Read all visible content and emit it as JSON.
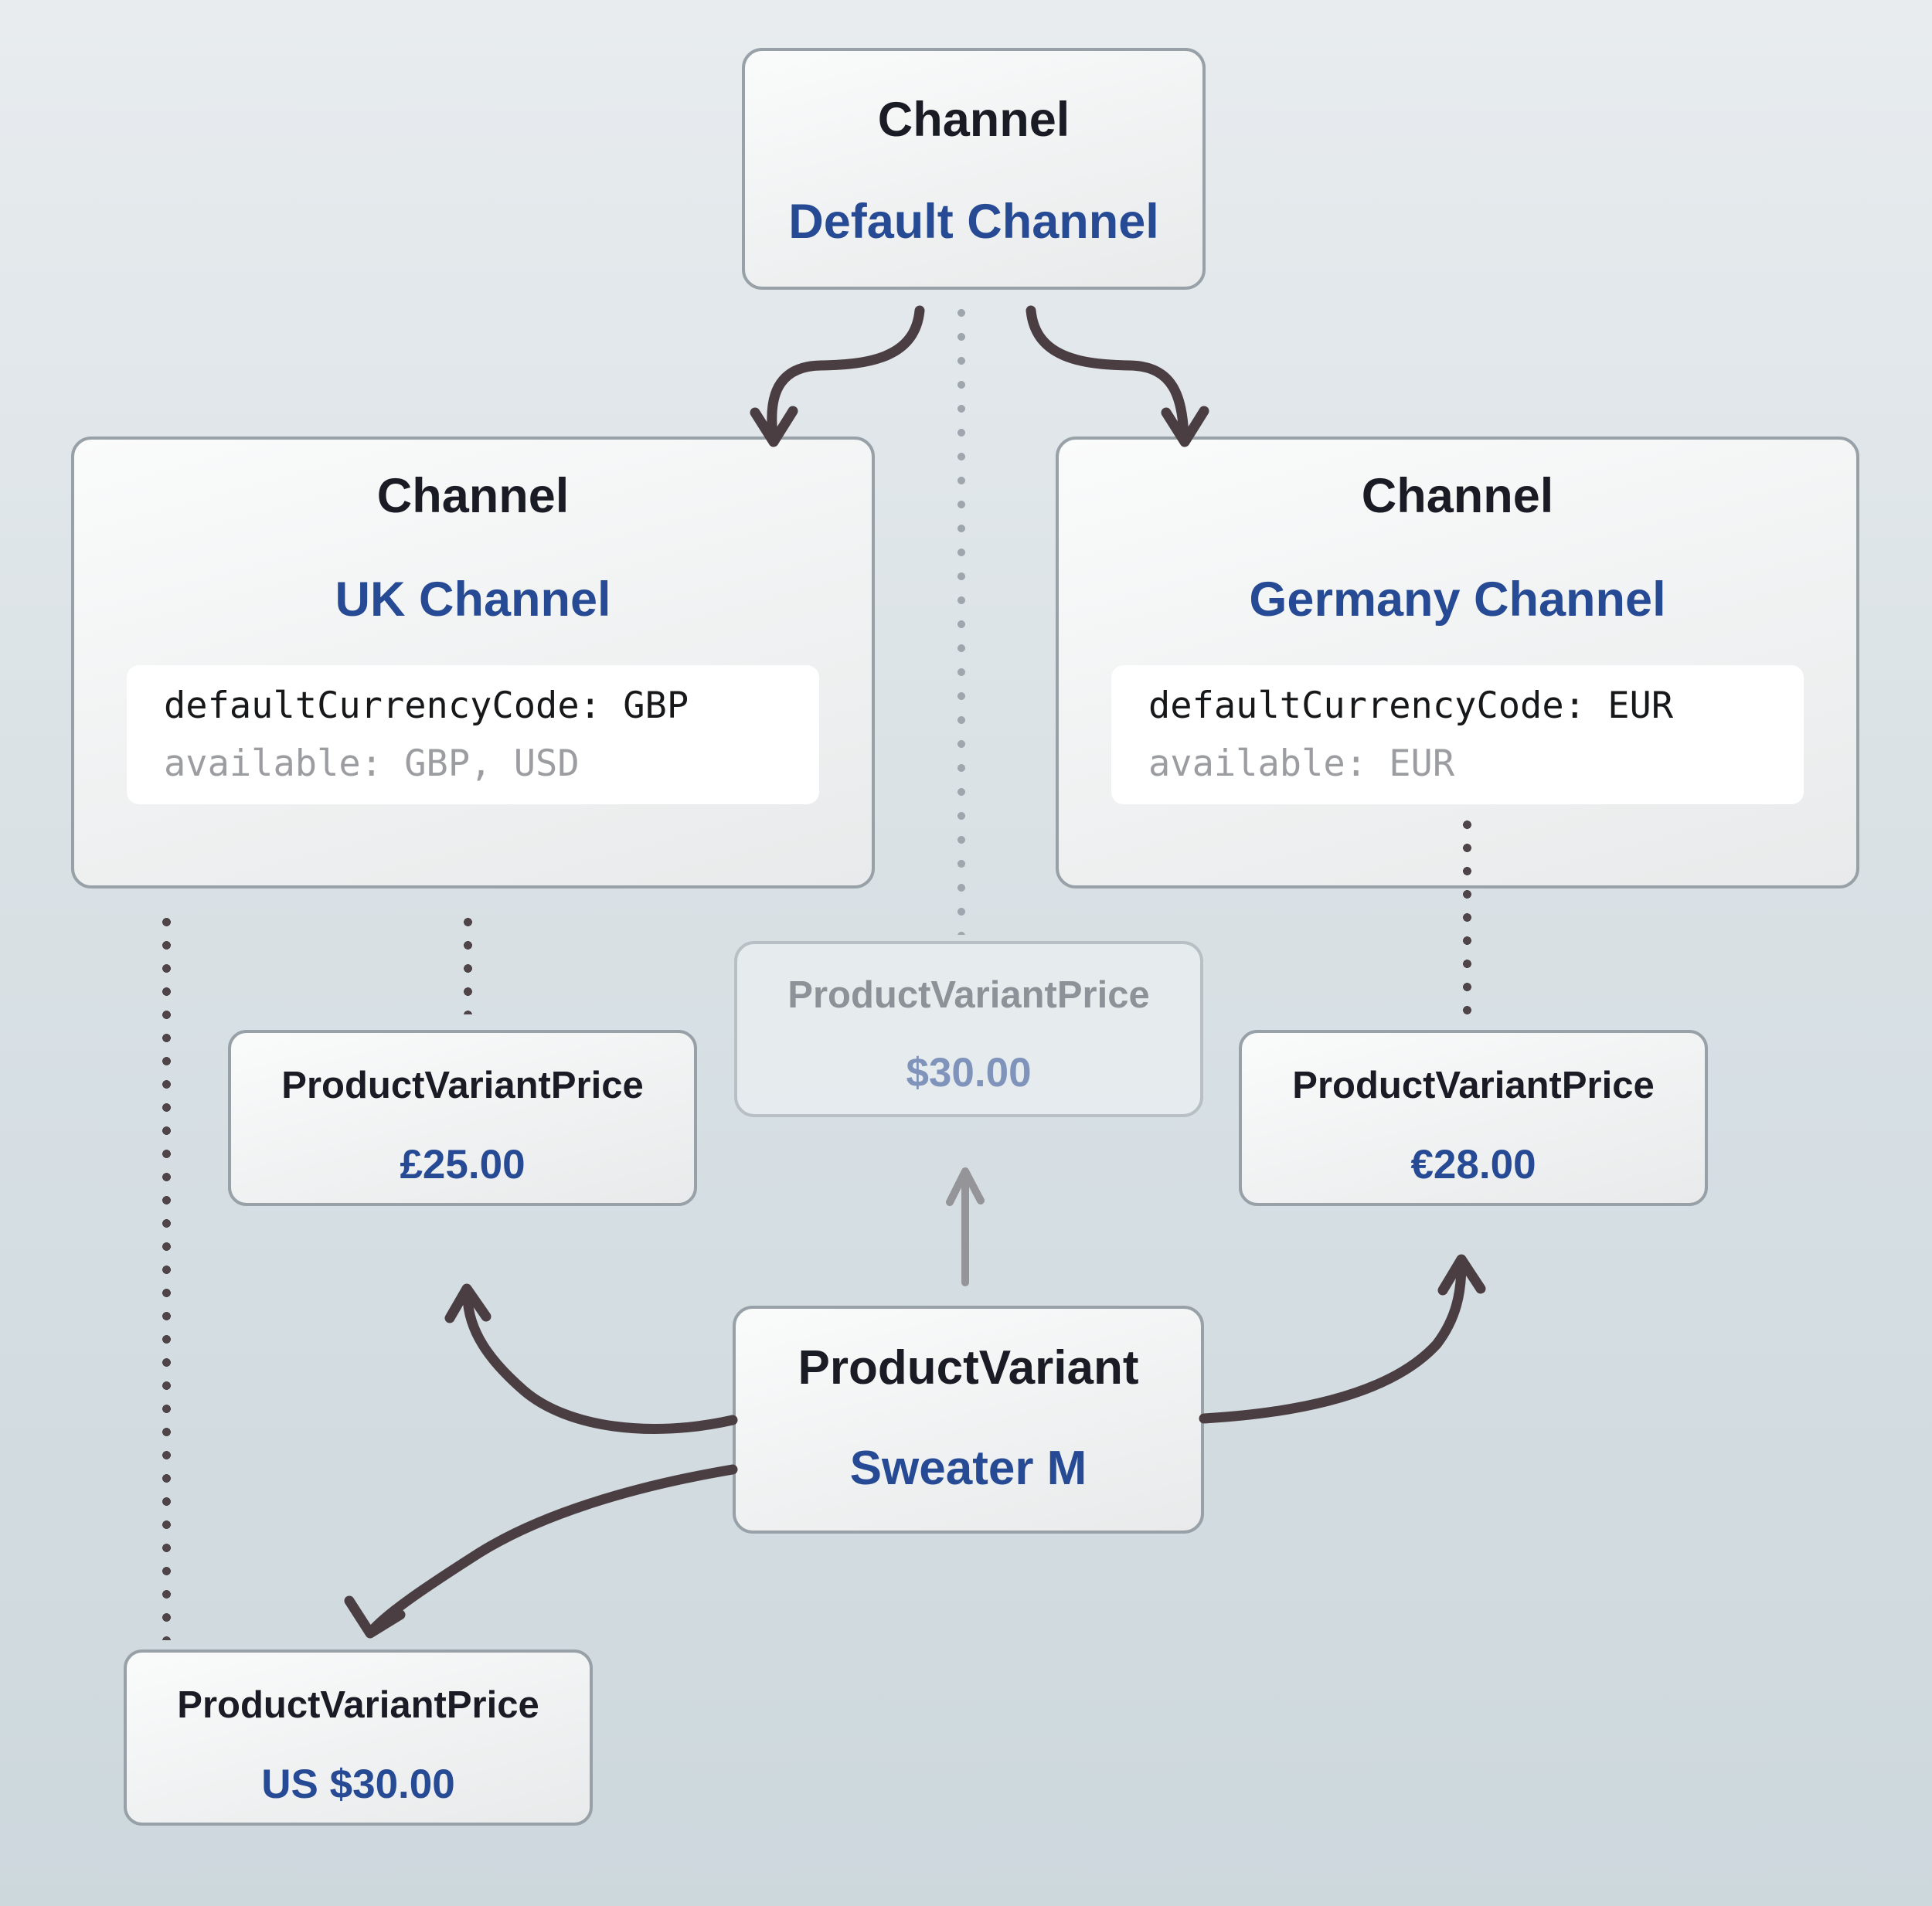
{
  "diagram": {
    "nodes": {
      "default_channel": {
        "entity": "Channel",
        "label": "Default Channel"
      },
      "uk_channel": {
        "entity": "Channel",
        "label": "UK Channel",
        "code_line1": "defaultCurrencyCode: GBP",
        "code_line2": "available: GBP, USD"
      },
      "germany_channel": {
        "entity": "Channel",
        "label": "Germany Channel",
        "code_line1": "defaultCurrencyCode: EUR",
        "code_line2": "available: EUR"
      },
      "default_price": {
        "entity": "ProductVariantPrice",
        "label": "$30.00",
        "state": "faded"
      },
      "uk_price": {
        "entity": "ProductVariantPrice",
        "label": "£25.00"
      },
      "germany_price": {
        "entity": "ProductVariantPrice",
        "label": "€28.00"
      },
      "product_variant": {
        "entity": "ProductVariant",
        "label": "Sweater M"
      },
      "us_price": {
        "entity": "ProductVariantPrice",
        "label": "US $30.00"
      }
    },
    "edges": [
      {
        "from": "default_channel",
        "to": "uk_channel",
        "style": "solid-curved-arrow"
      },
      {
        "from": "default_channel",
        "to": "germany_channel",
        "style": "solid-curved-arrow"
      },
      {
        "from": "default_channel",
        "to": "default_price",
        "style": "dotted-line"
      },
      {
        "from": "uk_channel",
        "to": "uk_price",
        "style": "dotted-line"
      },
      {
        "from": "uk_channel",
        "to": "us_price",
        "style": "dotted-line"
      },
      {
        "from": "germany_channel",
        "to": "germany_price",
        "style": "dotted-line"
      },
      {
        "from": "product_variant",
        "to": "default_price",
        "style": "gray-straight-arrow"
      },
      {
        "from": "product_variant",
        "to": "uk_price",
        "style": "solid-curved-arrow"
      },
      {
        "from": "product_variant",
        "to": "us_price",
        "style": "solid-curved-arrow"
      },
      {
        "from": "product_variant",
        "to": "germany_price",
        "style": "solid-curved-arrow"
      }
    ]
  },
  "colors": {
    "bg_top": "#e8ecef",
    "bg_mid": "#d9e1e5",
    "bg_bottom": "#cdd8dd",
    "node_fill_top": "#fafbfb",
    "node_fill_bottom": "#e8eaeb",
    "node_border": "#97a1a7",
    "title_text": "#191c24",
    "accent_blue": "#274a94",
    "faded_border": "#b8c0c5",
    "faded_title": "#8c9297",
    "faded_blue": "#7f93bb",
    "code_text": "#17181a",
    "code_muted": "#9b9da1",
    "arrow_dark": "#4a3e42",
    "arrow_gray": "#949499",
    "dots_dark": "#4f4448",
    "dots_light": "#9fa6ad"
  }
}
